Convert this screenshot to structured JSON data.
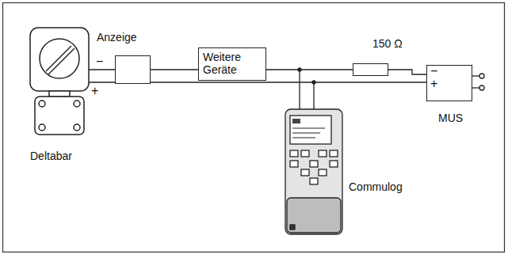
{
  "diagram": {
    "nodes": [
      {
        "text": [
          "Deltabar"
        ]
      },
      {
        "text": [
          "Anzeige"
        ]
      },
      {
        "text": [
          "Weitere Geräte"
        ]
      },
      {
        "text": [
          "150 Ω"
        ]
      },
      {
        "text": [
          "MUS"
        ]
      },
      {
        "text": [
          "Commulog"
        ]
      }
    ],
    "edges": [
      {
        "from": 0,
        "to": 1,
        "arrow": "none"
      },
      {
        "from": 1,
        "to": 2,
        "arrow": "none"
      },
      {
        "from": 2,
        "to": 3,
        "arrow": "none"
      },
      {
        "from": 3,
        "to": 4,
        "arrow": "none"
      },
      {
        "from": 0,
        "to": 4,
        "arrow": "none"
      }
    ],
    "labels": [
      "−",
      "+",
      "−",
      "+"
    ]
  }
}
